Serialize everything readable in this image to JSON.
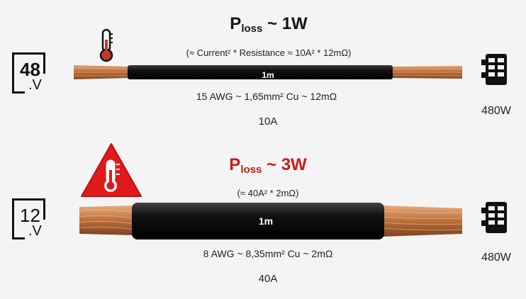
{
  "top": {
    "voltage_number": "48",
    "voltage_unit": ".V",
    "title_p": "P",
    "title_sub": "loss",
    "title_rest": " ~ 1W",
    "formula": "(≈ Current² * Resistance ≈ 10A² * 12mΩ)",
    "cable_length": "1m",
    "spec": "15 AWG ~ 1,65mm² Cu ~ 12mΩ",
    "current": "10A",
    "power": "480W"
  },
  "bottom": {
    "voltage_number": "12",
    "voltage_unit": ".V",
    "title_p": "P",
    "title_sub": "loss",
    "title_rest": " ~ 3W",
    "formula": "(≈ 40A² * 2mΩ)",
    "cable_length": "1m",
    "spec": "8 AWG ~ 8,35mm² Cu ~ 2mΩ",
    "current": "40A",
    "power": "480W"
  },
  "colors": {
    "copper": "#c07a45",
    "insulation": "#1a1a1a",
    "warning_red": "#e01a1a",
    "title_red": "#cc1b1b"
  },
  "icons": {
    "top_thermo": "thermometer-icon",
    "bottom_warning": "warning-thermometer-icon",
    "load": "battery-load-icon"
  }
}
